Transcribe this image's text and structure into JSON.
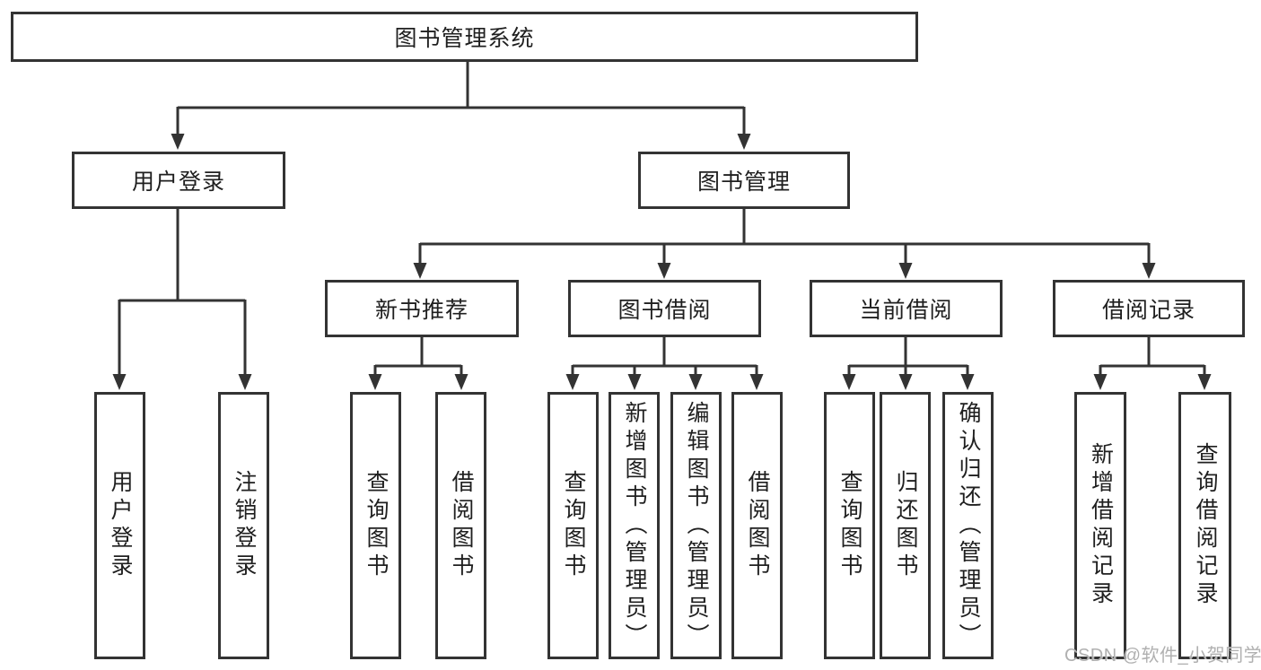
{
  "diagram_title": "图书管理系统",
  "tree": {
    "label": "图书管理系统",
    "children": [
      {
        "label": "用户登录",
        "children": [
          {
            "label": "用户登录"
          },
          {
            "label": "注销登录"
          }
        ]
      },
      {
        "label": "图书管理",
        "children": [
          {
            "label": "新书推荐",
            "children": [
              {
                "label": "查询图书"
              },
              {
                "label": "借阅图书"
              }
            ]
          },
          {
            "label": "图书借阅",
            "children": [
              {
                "label": "查询图书"
              },
              {
                "label": "新增图书（管理员）"
              },
              {
                "label": "编辑图书（管理员）"
              },
              {
                "label": "借阅图书"
              }
            ]
          },
          {
            "label": "当前借阅",
            "children": [
              {
                "label": "查询图书"
              },
              {
                "label": "归还图书"
              },
              {
                "label": "确认归还（管理员）"
              }
            ]
          },
          {
            "label": "借阅记录",
            "children": [
              {
                "label": "新增借阅记录"
              },
              {
                "label": "查询借阅记录"
              }
            ]
          }
        ]
      }
    ]
  },
  "watermark": "CSDN @软件_小贺同学",
  "colors": {
    "line": "#333333",
    "text": "#1f1f1f",
    "watermark": "#b0b0b0",
    "background": "#ffffff"
  }
}
